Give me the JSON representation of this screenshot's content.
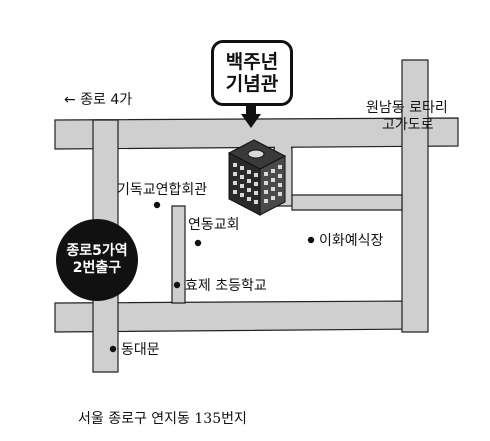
{
  "map": {
    "destination_line1": "백주년",
    "destination_line2": "기념관",
    "direction_label": "← 종로 4가",
    "rotary_line1": "원남동 로타리",
    "rotary_line2": "고가도로",
    "station_line1": "종로5가역",
    "station_line2": "2번출구",
    "poi": {
      "christian_center": "기독교연합회관",
      "yeondong_church": "연동교회",
      "ewha_hall": "이화예식장",
      "hyoje_school": "효제 초등학교",
      "dongdaemun": "동대문"
    },
    "address": "서울 종로구 연지동 135번지"
  }
}
